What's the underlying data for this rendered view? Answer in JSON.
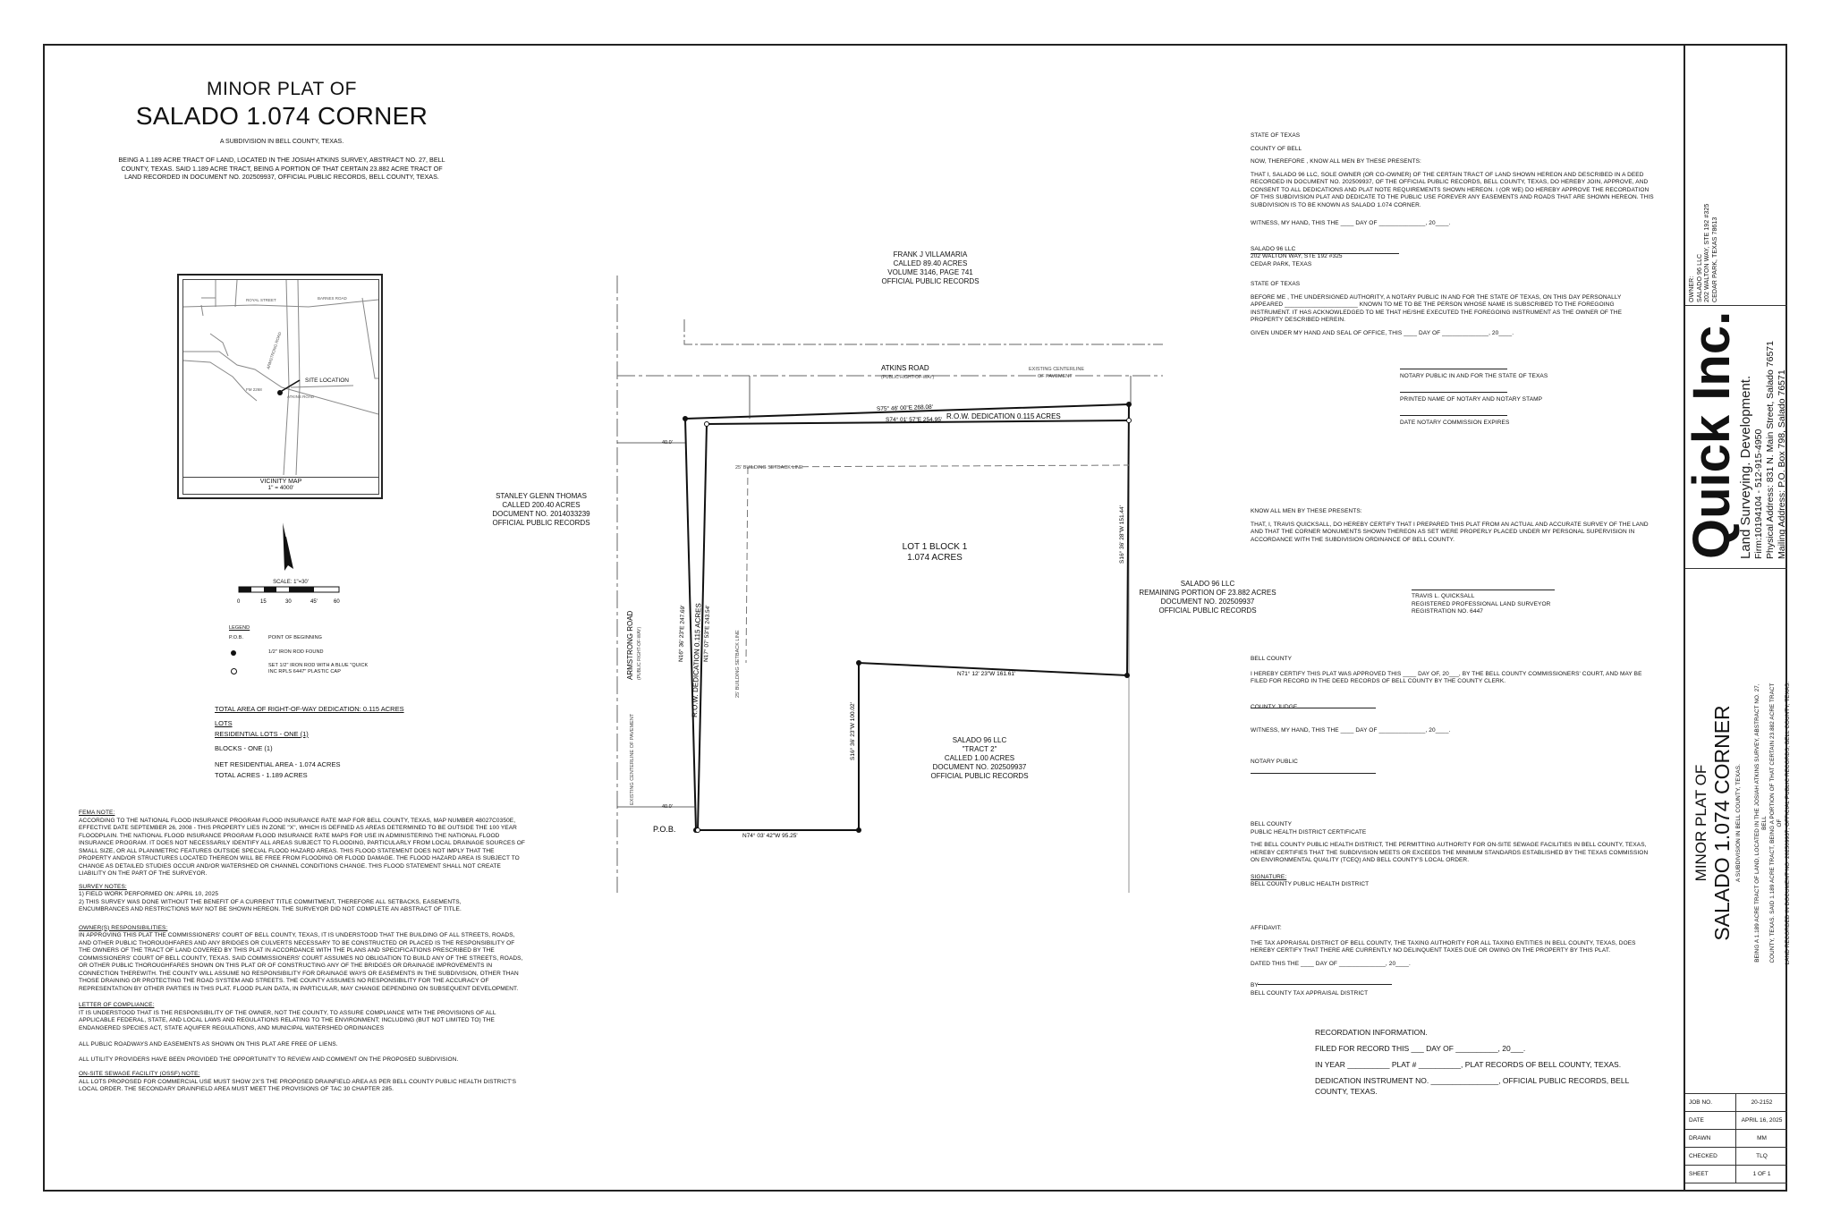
{
  "title": {
    "line1": "MINOR PLAT OF",
    "line2": "SALADO 1.074 CORNER",
    "subtitle": "A SUBDIVISION IN BELL COUNTY, TEXAS.",
    "description": "BEING A 1.189 ACRE TRACT OF LAND, LOCATED IN THE JOSIAH ATKINS SURVEY, ABSTRACT NO. 27, BELL COUNTY, TEXAS. SAID 1.189 ACRE TRACT, BEING A PORTION OF THAT CERTAIN 23.882 ACRE TRACT OF LAND RECORDED IN DOCUMENT NO. 202509937, OFFICIAL PUBLIC RECORDS, BELL COUNTY, TEXAS."
  },
  "vicinity": {
    "caption": "VICINITY MAP",
    "scale": "1\" = 4000'",
    "site": "SITE LOCATION",
    "roads": [
      "ROYAL STREET",
      "BARNES ROAD",
      "ARMSTRONG ROAD",
      "FM 2268",
      "ATKINS ROAD"
    ]
  },
  "scalebar": {
    "label": "SCALE: 1\"=30'",
    "ticks": [
      "0",
      "15",
      "30",
      "45'",
      "60"
    ]
  },
  "legend": {
    "title": "LEGEND",
    "pob_abbr": "P.O.B.",
    "pob": "POINT OF BEGINNING",
    "iron_found": "1/2\" IRON ROD FOUND",
    "iron_set": "SET 1/2\" IRON ROD WITH A BLUE \"QUICK INC RPLS 6447\" PLASTIC CAP"
  },
  "summary": {
    "row_dedication": "TOTAL AREA OF RIGHT-OF-WAY DEDICATION: 0.115 ACRES",
    "lots_head": "LOTS",
    "residential_lots": "RESIDENTIAL LOTS - ONE (1)",
    "blocks": "BLOCKS - ONE (1)",
    "net_area": "NET RESIDENTIAL AREA - 1.074 ACRES",
    "total_acres": "TOTAL ACRES - 1.189 ACRES"
  },
  "notes": {
    "fema_head": "FEMA NOTE:",
    "fema": "ACCORDING TO THE NATIONAL FLOOD INSURANCE PROGRAM FLOOD INSURANCE RATE MAP FOR BELL COUNTY, TEXAS, MAP NUMBER 48027C0350E, EFFECTIVE DATE SEPTEMBER 26, 2008 - THIS PROPERTY LIES IN ZONE \"X\", WHICH IS DEFINED AS AREAS DETERMINED TO BE OUTSIDE THE 100 YEAR FLOODPLAIN. THE NATIONAL FLOOD INSURANCE PROGRAM FLOOD INSURANCE RATE MAPS FOR USE IN ADMINISTERING THE NATIONAL FLOOD INSURANCE PROGRAM. IT DOES NOT NECESSARILY IDENTIFY ALL AREAS SUBJECT TO FLOODING, PARTICULARLY FROM LOCAL DRAINAGE SOURCES OF SMALL SIZE, OR ALL PLANIMETRIC FEATURES OUTSIDE SPECIAL FLOOD HAZARD AREAS. THIS FLOOD STATEMENT DOES NOT IMPLY THAT THE PROPERTY AND/OR STRUCTURES LOCATED THEREON WILL BE FREE FROM FLOODING OR FLOOD DAMAGE. THE FLOOD HAZARD AREA IS SUBJECT TO CHANGE AS DETAILED STUDIES OCCUR AND/OR WATERSHED OR CHANNEL CONDITIONS CHANGE. THIS FLOOD STATEMENT SHALL NOT CREATE LIABILITY ON THE PART OF THE SURVEYOR.",
    "survey_head": "SURVEY NOTES:",
    "survey1": "1) FIELD WORK PERFORMED ON: APRIL 10, 2025",
    "survey2": "2) THIS SURVEY WAS DONE WITHOUT THE BENEFIT OF A CURRENT TITLE COMMITMENT, THEREFORE ALL SETBACKS, EASEMENTS, ENCUMBRANCES AND RESTRICTIONS MAY NOT BE SHOWN HEREON. THE SURVEYOR DID NOT COMPLETE AN ABSTRACT OF TITLE.",
    "owners_head": "OWNER(S) RESPONSIBILITIES:",
    "owners": "IN APPROVING THIS PLAT THE COMMISSIONERS' COURT OF BELL COUNTY, TEXAS, IT IS UNDERSTOOD THAT THE BUILDING OF ALL STREETS, ROADS, AND OTHER PUBLIC THOROUGHFARES AND ANY BRIDGES OR CULVERTS NECESSARY TO BE CONSTRUCTED OR PLACED IS THE RESPONSIBILITY OF THE OWNERS OF THE TRACT OF LAND COVERED BY THIS PLAT IN ACCORDANCE WITH THE PLANS AND SPECIFICATIONS PRESCRIBED BY THE COMMISSIONERS' COURT OF BELL COUNTY, TEXAS. SAID COMMISSIONERS' COURT ASSUMES NO OBLIGATION TO BUILD ANY OF THE STREETS, ROADS, OR OTHER PUBLIC THOROUGHFARES SHOWN ON THIS PLAT OR OF CONSTRUCTING ANY OF THE BRIDGES OR DRAINAGE IMPROVEMENTS IN CONNECTION THEREWITH. THE COUNTY WILL ASSUME NO RESPONSIBILITY FOR DRAINAGE WAYS OR EASEMENTS IN THE SUBDIVISION, OTHER THAN THOSE DRAINING OR PROTECTING THE ROAD SYSTEM AND STREETS. THE COUNTY ASSUMES NO RESPONSIBILITY FOR THE ACCURACY OF REPRESENTATION BY OTHER PARTIES IN THIS PLAT. FLOOD PLAIN DATA, IN PARTICULAR, MAY CHANGE DEPENDING ON SUBSEQUENT DEVELOPMENT.",
    "compliance_head": "LETTER OF COMPLIANCE:",
    "compliance": "IT IS UNDERSTOOD THAT IS THE RESPONSIBILITY OF THE OWNER, NOT THE COUNTY, TO ASSURE COMPLIANCE WITH THE PROVISIONS OF ALL APPLICABLE FEDERAL, STATE, AND LOCAL LAWS AND REGULATIONS RELATING TO THE ENVIRONMENT; INCLUDING (BUT NOT LIMITED TO) THE ENDANGERED SPECIES ACT, STATE AQUIFER REGULATIONS, AND MUNICIPAL WATERSHED ORDINANCES",
    "roadways": "ALL PUBLIC ROADWAYS AND EASEMENTS AS SHOWN ON THIS PLAT ARE FREE OF LIENS.",
    "utilities": "ALL UTILITY PROVIDERS HAVE BEEN PROVIDED THE OPPORTUNITY TO REVIEW AND COMMENT ON THE PROPOSED SUBDIVISION.",
    "ossf_head": "ON-SITE SEWAGE FACILITY (OSSF) NOTE:",
    "ossf": "ALL LOTS PROPOSED FOR COMMERCIAL USE MUST SHOW 2X'S THE PROPOSED DRAINFIELD AREA AS PER BELL COUNTY PUBLIC HEALTH DISTRICT'S LOCAL ORDER. THE SECONDARY DRAINFIELD AREA MUST MEET THE PROVISIONS OF TAC 30 CHAPTER 285."
  },
  "plat": {
    "north_owner": [
      "FRANK J VILLAMARIA",
      "CALLED 89.40 ACRES",
      "VOLUME 3146, PAGE 741",
      "OFFICIAL PUBLIC RECORDS"
    ],
    "atkins_road": "ATKINS ROAD",
    "atkins_sub": "(PUBLIC RIGHT-OF-WAY)",
    "existing_cl": [
      "EXISTING CENTERLINE",
      "OF PAVEMENT"
    ],
    "west_owner": [
      "STANLEY GLENN THOMAS",
      "CALLED 200.40 ACRES",
      "DOCUMENT NO. 2014033239",
      "OFFICIAL PUBLIC RECORDS"
    ],
    "armstrong_road": "ARMSTRONG ROAD",
    "armstrong_sub": "(PUBLIC RIGHT-OF-WAY)",
    "armstrong_cl": "EXISTING CENTERLINE OF PAVEMENT",
    "lot": [
      "LOT 1 BLOCK 1",
      "1.074 ACRES"
    ],
    "east_owner": [
      "SALADO 96 LLC",
      "REMAINING PORTION OF 23.882 ACRES",
      "DOCUMENT NO. 202509937",
      "OFFICIAL PUBLIC RECORDS"
    ],
    "south_owner": [
      "SALADO 96 LLC",
      "\"TRACT 2\"",
      "CALLED 1.00 ACRES",
      "DOCUMENT NO. 202509937",
      "OFFICIAL PUBLIC RECORDS"
    ],
    "row_dedication_top": "R.O.W. DEDICATION 0.115 ACRES",
    "row_dedication_west": "R.O.W. DEDICATION 0.115 ACRES",
    "setback_north": "25' BUILDING SETBACK LINE",
    "setback_west": "25' BUILDING SETBACK LINE",
    "brg_north_outer": "S75° 46' 00\"E   268.08'",
    "brg_north_inner": "S74° 01' 57\"E   254.95'",
    "brg_west_outer": "N16° 36' 23\"E   247.69'",
    "brg_west_inner": "N17° 07' 53\"E   243.54'",
    "brg_east": "S16° 36' 28\"W   151.44'",
    "brg_mid": "N71° 12' 23\"W   161.61'",
    "brg_south_east": "S16° 36' 23\"W   100.02'",
    "brg_south": "N74° 03' 42\"W   95.25'",
    "dim_40_1": "40.0'",
    "dim_40_2": "40.0'",
    "pob": "P.O.B."
  },
  "certs": {
    "state": "STATE OF TEXAS",
    "county": "COUNTY OF BELL",
    "know_all": "NOW, THEREFORE , KNOW ALL MEN BY THESE PRESENTS:",
    "owner_text": "THAT I, SALADO 96 LLC, SOLE OWNER (OR CO-OWNER) OF THE CERTAIN TRACT OF LAND SHOWN HEREON AND DESCRIBED IN A DEED RECORDED IN DOCUMENT NO. 202509937, OF THE OFFICIAL PUBLIC RECORDS, BELL COUNTY, TEXAS, DO HEREBY JOIN, APPROVE, AND CONSENT TO ALL DEDICATIONS AND PLAT NOTE REQUIREMENTS SHOWN HEREON. I (OR WE) DO HEREBY APPROVE THE RECORDATION OF THIS SUBDIVISION PLAT AND DEDICATE TO THE PUBLIC USE FOREVER ANY EASEMENTS AND ROADS THAT ARE SHOWN HEREON. THIS SUBDIVISION IS TO BE KNOWN AS SALADO 1.074 CORNER.",
    "witness": "WITNESS, MY HAND, THIS THE ____ DAY OF ______________, 20____.",
    "owner_sig": [
      "SALADO 96 LLC",
      "202 WALTON WAY, STE 192 #325",
      "CEDAR PARK, TEXAS"
    ],
    "state2": "STATE OF TEXAS",
    "notary_text": "BEFORE ME , THE UNDERSIGNED AUTHORITY, A NOTARY PUBLIC IN AND FOR THE STATE OF TEXAS, ON THIS DAY PERSONALLY APPEARED ______________________ KNOWN TO ME TO BE THE PERSON WHOSE NAME IS SUBSCRIBED TO THE FOREGOING INSTRUMENT. IT HAS ACKNOWLEDGED TO ME THAT HE/SHE EXECUTED THE FOREGOING INSTRUMENT AS THE OWNER OF THE PROPERTY DESCRIBED HEREIN.",
    "given": "GIVEN UNDER MY HAND AND SEAL OF OFFICE, THIS ____ DAY OF ______________, 20____.",
    "notary1": "NOTARY PUBLIC IN AND FOR THE STATE OF TEXAS",
    "notary2": "PRINTED NAME OF NOTARY AND NOTARY STAMP",
    "notary3": "DATE NOTARY COMMISSION EXPIRES",
    "surveyor_head": "KNOW ALL MEN BY THESE PRESENTS:",
    "surveyor_text": "THAT, I, TRAVIS QUICKSALL, DO HEREBY CERTIFY THAT I PREPARED THIS PLAT FROM AN ACTUAL AND ACCURATE SURVEY OF THE LAND AND THAT THE CORNER MONUMENTS SHOWN THEREON AS SET WERE PROPERLY PLACED UNDER MY PERSONAL SUPERVISION IN ACCORDANCE WITH THE SUBDIVISION ORDINANCE OF BELL COUNTY.",
    "surveyor_sig": [
      "TRAVIS L. QUICKSALL",
      "REGISTERED PROFESSIONAL LAND SURVEYOR",
      "REGISTRATION NO. 6447"
    ],
    "bell_county": "BELL COUNTY",
    "approval_text": "I HEREBY CERTIFY THIS PLAT WAS APPROVED THIS ____ DAY OF, 20___, BY THE BELL COUNTY COMMISSIONERS' COURT, AND MAY BE FILED FOR RECORD IN THE DEED RECORDS OF BELL COUNTY BY THE COUNTY CLERK.",
    "county_judge": "COUNTY JUDGE",
    "witness2": "WITNESS, MY HAND, THIS THE ____ DAY OF ______________, 20____.",
    "notary_public": "NOTARY PUBLIC",
    "health_head1": "BELL COUNTY",
    "health_head2": "PUBLIC HEALTH DISTRICT CERTIFICATE",
    "health_text": "THE BELL COUNTY PUBLIC HEALTH DISTRICT, THE PERMITTING AUTHORITY FOR ON-SITE SEWAGE FACILITIES IN BELL COUNTY, TEXAS, HEREBY CERTIFIES THAT THE SUBDIVISION MEETS OR EXCEEDS THE MINIMUM STANDARDS ESTABLISHED BY THE TEXAS COMMISSION ON ENVIRONMENTAL QUALITY (TCEQ) AND BELL COUNTY'S LOCAL ORDER.",
    "signature": "SIGNATURE:",
    "health_sig": "BELL COUNTY PUBLIC HEALTH DISTRICT",
    "affidavit": "AFFIDAVIT:",
    "tax_text": "THE TAX APPRAISAL DISTRICT OF BELL COUNTY, THE TAXING AUTHORITY FOR ALL TAXING ENTITIES IN BELL COUNTY, TEXAS, DOES HEREBY CERTIFY THAT THERE ARE CURRENTLY NO DELINQUENT TAXES DUE OR OWING ON THE PROPERTY BY THIS PLAT.",
    "dated": "DATED THIS THE ____ DAY OF ______________, 20____.",
    "by": "BY",
    "tax_sig": "BELL COUNTY TAX APPRAISAL DISTRICT"
  },
  "recordation": {
    "head": "RECORDATION INFORMATION.",
    "filed": "FILED FOR RECORD THIS ___ DAY OF __________, 20___.",
    "year": "IN YEAR __________ PLAT # __________, PLAT RECORDS OF BELL COUNTY, TEXAS.",
    "dedication": "DEDICATION INSTRUMENT NO. ________________, OFFICIAL PUBLIC RECORDS, BELL COUNTY, TEXAS."
  },
  "company": {
    "owner_label": "OWNER:",
    "owner_lines": [
      "SALADO 96 LLC",
      "202 WALTON WAY, STE 192 #325",
      "CEDAR PARK, TEXAS 78613"
    ],
    "logo_text": "Quick Inc.",
    "tagline": "Land Surveying. Development.",
    "firm": "Firm:10194104 - 512-915-4950",
    "physical": "Physical Address: 831 N. Main Street, Salado 76571",
    "mailing": "Mailing Address: P.O. Box 798, Salado 76571"
  },
  "sidetitle": {
    "line1": "MINOR PLAT OF",
    "line2": "SALADO 1.074 CORNER",
    "sub": "A SUBDIVISION IN BELL COUNTY, TEXAS.",
    "desc1": "BEING A 1.189 ACRE TRACT OF LAND, LOCATED IN THE JOSIAH ATKINS SURVEY, ABSTRACT NO. 27, BELL",
    "desc2": "COUNTY, TEXAS. SAID 1.189 ACRE TRACT, BEING A PORTION OF THAT CERTAIN 23.882 ACRE TRACT OF",
    "desc3": "LAND RECORDED IN DOCUMENT NO. 202509937, OFFICIAL PUBLIC RECORDS, BELL COUNTY, TEXAS."
  },
  "titleblock": [
    {
      "k": "JOB NO.",
      "v": "20-2152"
    },
    {
      "k": "DATE",
      "v": "APRIL 16, 2025"
    },
    {
      "k": "DRAWN",
      "v": "MM"
    },
    {
      "k": "CHECKED",
      "v": "TLQ"
    },
    {
      "k": "SHEET",
      "v": "1 OF 1"
    }
  ]
}
